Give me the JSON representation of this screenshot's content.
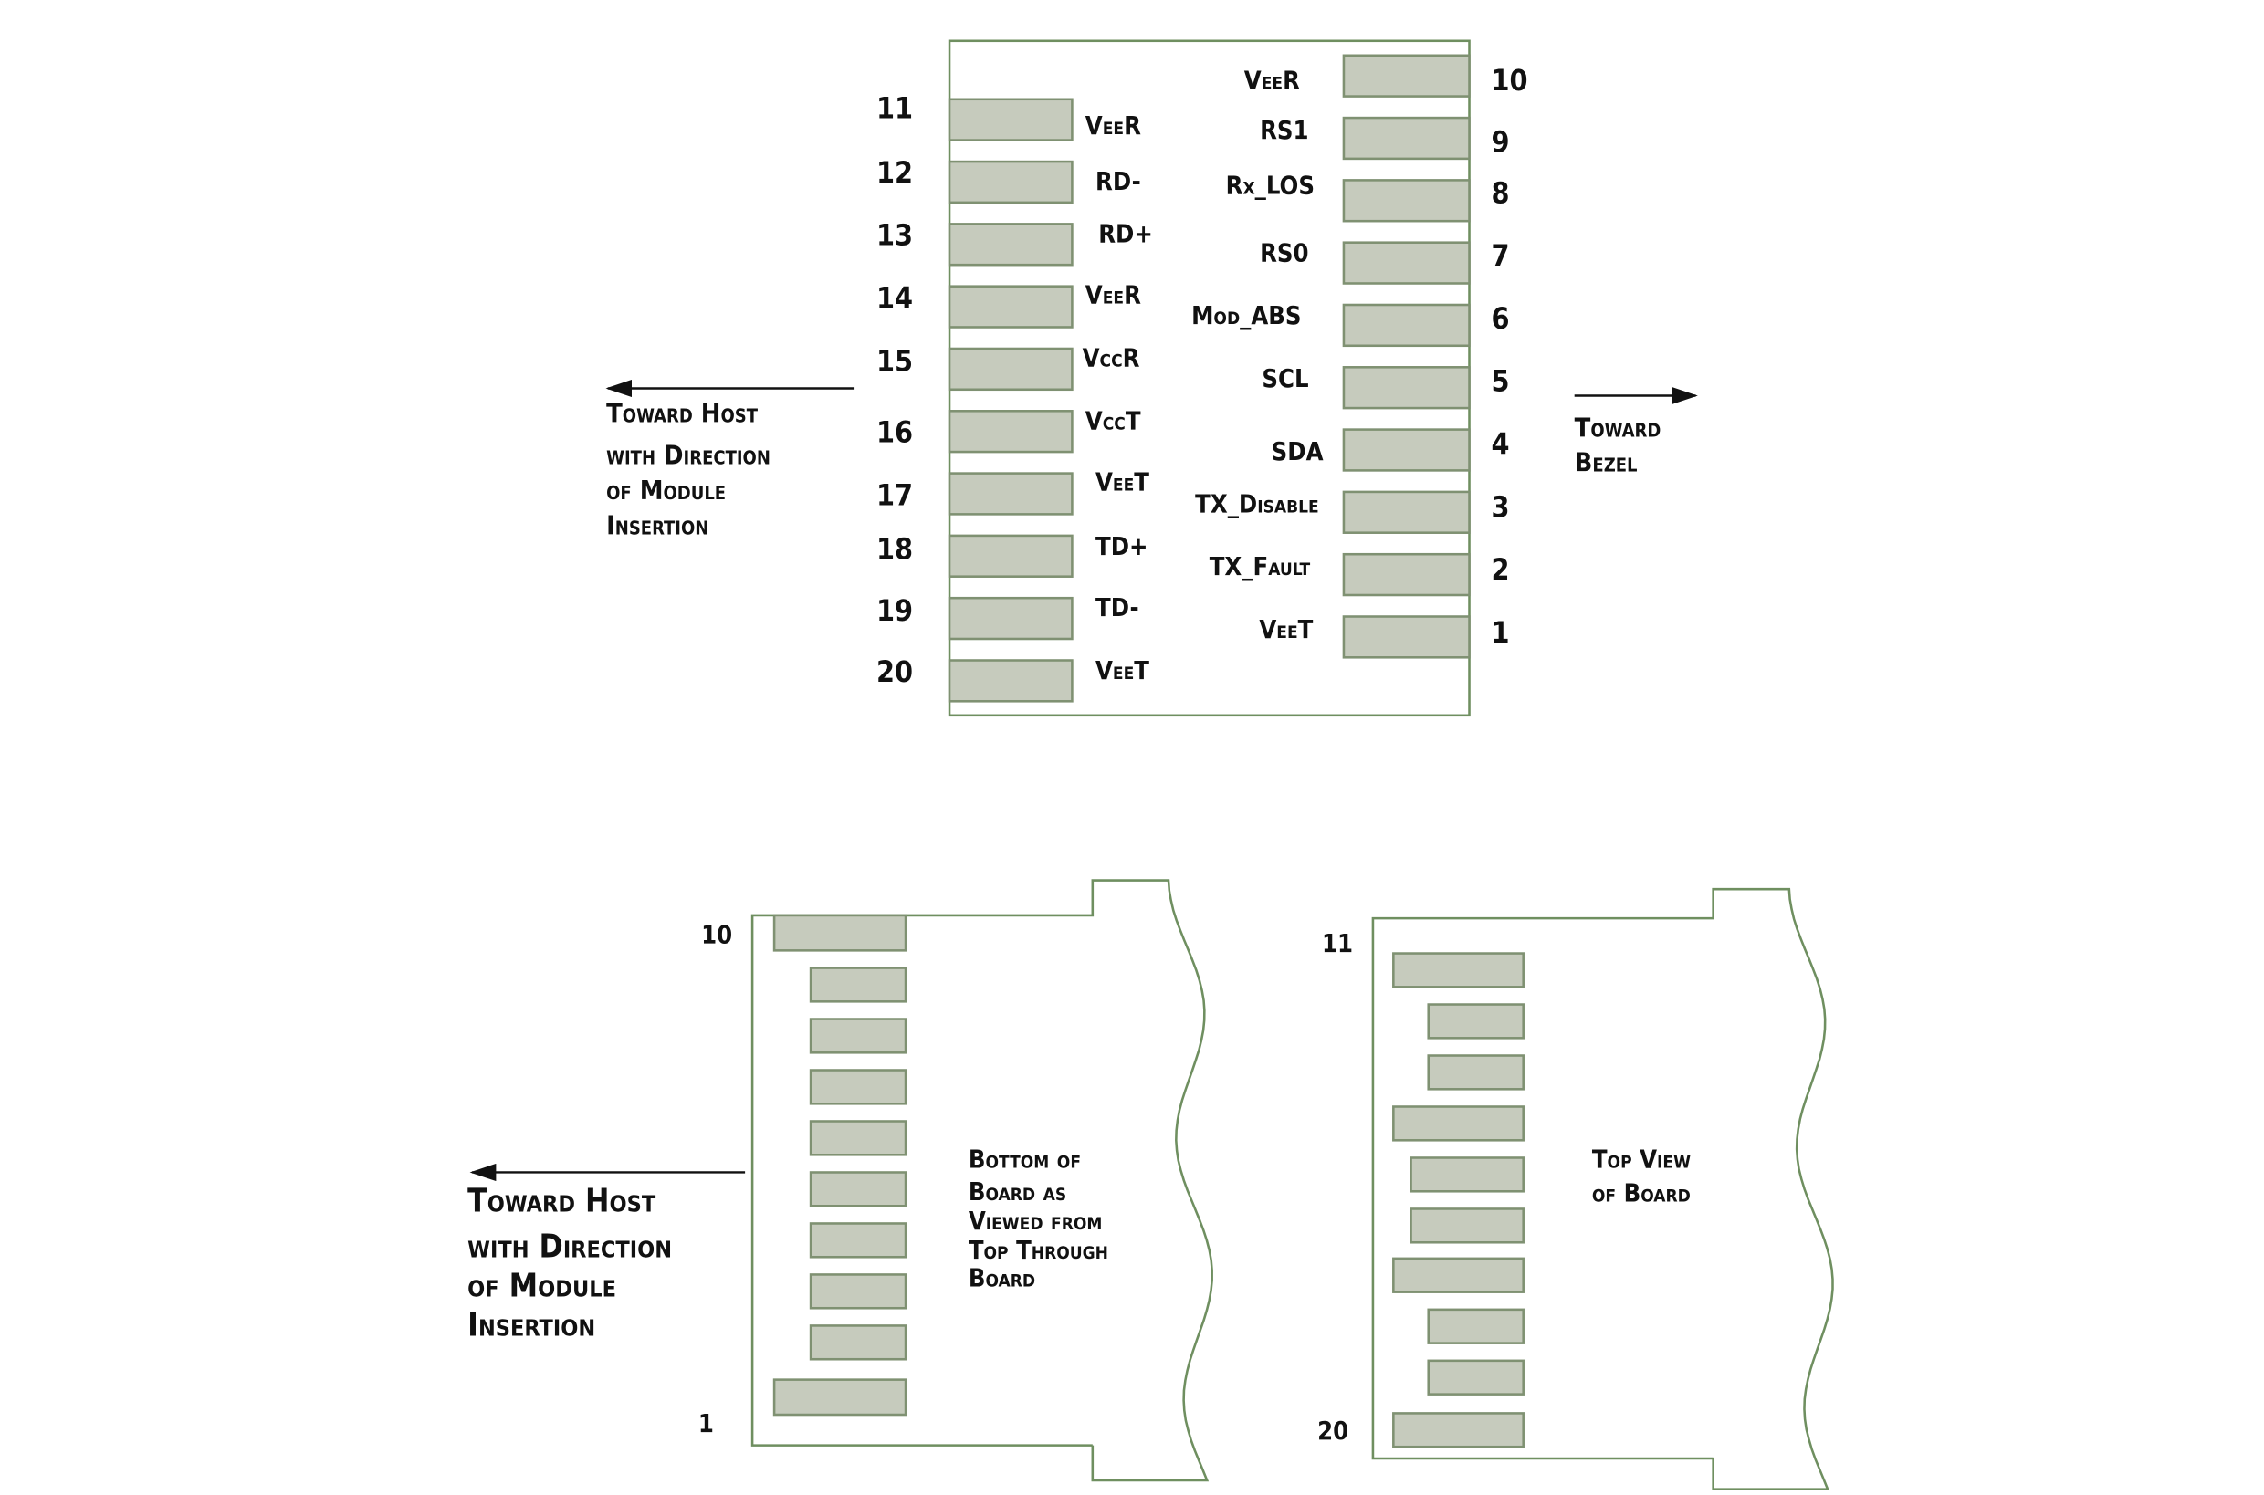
{
  "top_diagram": {
    "left_pins": [
      {
        "number": "11",
        "signal": "VeeR"
      },
      {
        "number": "12",
        "signal": "RD-"
      },
      {
        "number": "13",
        "signal": "RD+"
      },
      {
        "number": "14",
        "signal": "VeeR"
      },
      {
        "number": "15",
        "signal": "VccR"
      },
      {
        "number": "16",
        "signal": "VccT"
      },
      {
        "number": "17",
        "signal": "VeeT"
      },
      {
        "number": "18",
        "signal": "TD+"
      },
      {
        "number": "19",
        "signal": "TD-"
      },
      {
        "number": "20",
        "signal": "VeeT"
      }
    ],
    "right_pins": [
      {
        "number": "10",
        "signal": "VeeR"
      },
      {
        "number": "9",
        "signal": "RS1"
      },
      {
        "number": "8",
        "signal": "Rx_LOS"
      },
      {
        "number": "7",
        "signal": "RS0"
      },
      {
        "number": "6",
        "signal": "Mod_ABS"
      },
      {
        "number": "5",
        "signal": "SCL"
      },
      {
        "number": "4",
        "signal": "SDA"
      },
      {
        "number": "3",
        "signal": "TX_Disable"
      },
      {
        "number": "2",
        "signal": "TX_Fault"
      },
      {
        "number": "1",
        "signal": "VeeT"
      }
    ],
    "toward_host": [
      "Toward Host",
      "with Direction",
      "of Module",
      "Insertion"
    ],
    "toward_bezel": [
      "Toward",
      "Bezel"
    ]
  },
  "bottom_left_board": {
    "first_pin": "10",
    "last_pin": "1",
    "caption": [
      "Bottom of",
      "Board as",
      "Viewed from",
      "Top Through",
      "Board"
    ]
  },
  "bottom_right_board": {
    "first_pin": "11",
    "last_pin": "20",
    "caption": [
      "Top View",
      "of Board"
    ]
  },
  "bottom_toward_host": [
    "Toward Host",
    "with Direction",
    "of Module",
    "Insertion"
  ],
  "colors": {
    "outline": "#6f8f60",
    "pad_fill": "#c6cbbd",
    "pad_stroke": "#7f9172"
  }
}
